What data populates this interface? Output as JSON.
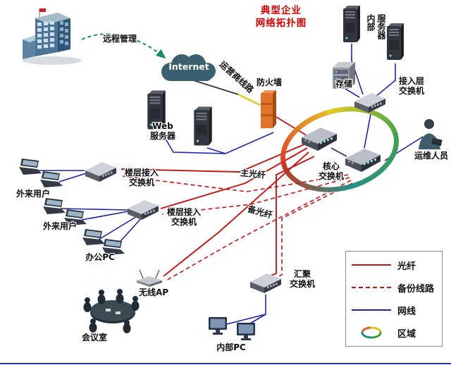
{
  "title": "典型企业\n网络拓扑图",
  "labels": {
    "remote_mgmt": "远程管理",
    "internet": "Internet",
    "carrier_line": "运营商线路",
    "firewall": "防火墙",
    "web_server": "Web\n服务器",
    "internal_server": "内部\n服务器",
    "storage": "存储",
    "access_switch": "接入层\n交换机",
    "ops_staff": "运维人员",
    "core_switch": "核心\n交换机",
    "main_fiber": "主光纤",
    "backup_fiber": "备光纤",
    "floor_switch": "楼层接入\n交换机",
    "external_user": "外来用户",
    "office_pc": "办公PC",
    "wireless_ap": "无线AP",
    "meeting_room": "会议室",
    "agg_switch": "汇聚\n交换机",
    "internal_pc": "内部PC"
  },
  "legend": {
    "fiber": "光纤",
    "backup": "备份线路",
    "cable": "网线",
    "zone": "区域"
  },
  "colors": {
    "fiber": "#c41414",
    "backup_line": "#c41414",
    "network_cable": "#1e22aa",
    "title_red": "#d40000",
    "carrier_segment_yellow": "#d8cc20",
    "remote_arrow_teal": "#1a8a6a"
  }
}
